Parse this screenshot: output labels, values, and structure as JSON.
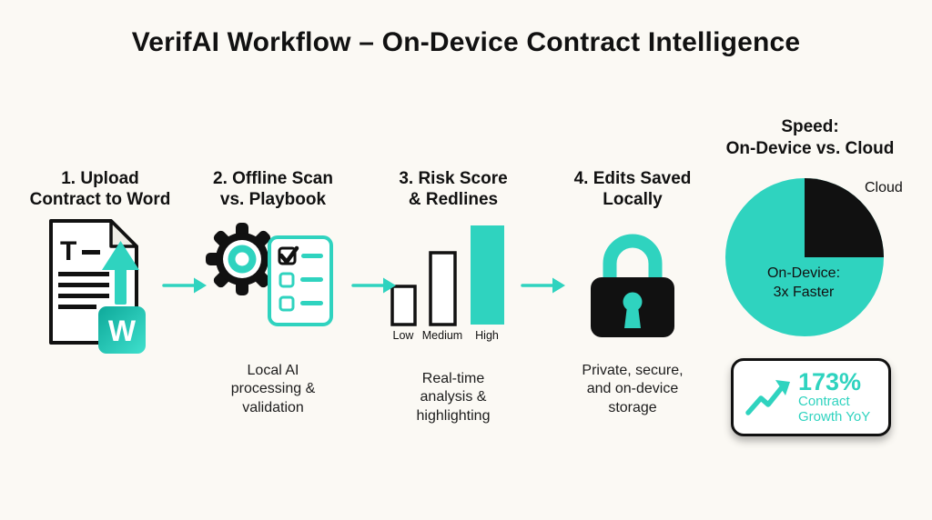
{
  "colors": {
    "accent": "#2fd3bf",
    "ink": "#111111",
    "background": "#fbf9f4"
  },
  "title": "VerifAI Workflow – On-Device Contract Intelligence",
  "steps": [
    {
      "heading": "1. Upload\nContract to Word",
      "caption": ""
    },
    {
      "heading": "2. Offline Scan\nvs. Playbook",
      "caption": "Local AI\nprocessing &\nvalidation"
    },
    {
      "heading": "3. Risk Score\n& Redlines",
      "caption": "Real-time\nanalysis &\nhighlighting",
      "bar_labels": [
        "Low",
        "Medium",
        "High"
      ]
    },
    {
      "heading": "4. Edits Saved\nLocally",
      "caption": "Private, secure,\nand on-device\nstorage"
    }
  ],
  "word_icon": {
    "doc_letter": "T",
    "letter": "W"
  },
  "speed_panel": {
    "heading": "Speed:\nOn-Device vs. Cloud",
    "cloud_label": "Cloud",
    "on_device_label": "On-Device:\n3x Faster"
  },
  "growth_badge": {
    "value": "173%",
    "label": "Contract\nGrowth YoY"
  },
  "chart_data": [
    {
      "type": "pie",
      "title": "Speed: On-Device vs. Cloud",
      "labels": [
        "On-Device: 3x Faster",
        "Cloud"
      ],
      "values": [
        75,
        25
      ],
      "colors": [
        "#2fd3bf",
        "#111111"
      ],
      "legend_position": "labels-on-chart"
    },
    {
      "type": "bar",
      "title": "Risk Score & Redlines",
      "categories": [
        "Low",
        "Medium",
        "High"
      ],
      "values": [
        40,
        75,
        105
      ],
      "ylabel": "",
      "xlabel": "",
      "grid": false
    }
  ]
}
